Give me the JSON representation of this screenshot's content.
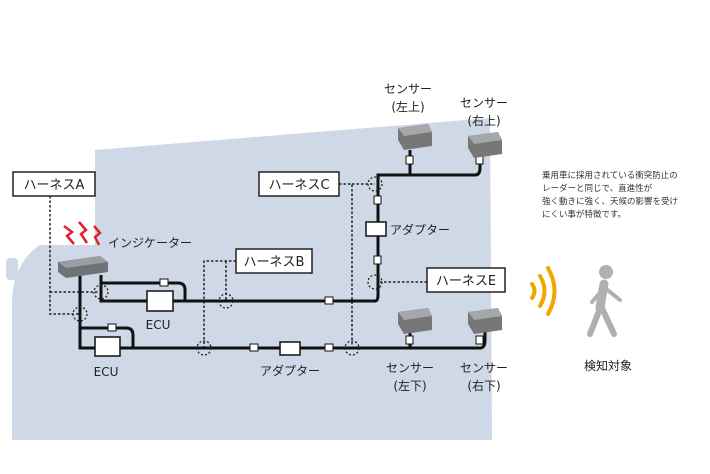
{
  "harnesses": {
    "a": "ハーネスA",
    "b": "ハーネスB",
    "c": "ハーネスC",
    "e": "ハーネスE"
  },
  "indicator": "インジケーター",
  "ecu_upper": "ECU",
  "ecu_lower": "ECU",
  "adapter_lower": "アダプター",
  "adapter_vertical": "アダプター",
  "sensors": {
    "top_left": {
      "name": "センサー",
      "pos": "(左上)"
    },
    "top_right": {
      "name": "センサー",
      "pos": "(右上)"
    },
    "bottom_left": {
      "name": "センサー",
      "pos": "(左下)"
    },
    "bottom_right": {
      "name": "センサー",
      "pos": "(右下)"
    }
  },
  "target_label": "検知対象",
  "note_lines": [
    "乗用車に採用されている衝突防止の",
    "レーダーと同じで、直進性が",
    "強く動きに強く、天候の影響を受け",
    "にくい事が特徴です。"
  ],
  "colors": {
    "truck": "#cfd8e6",
    "wave": "#f0a800",
    "alert": "#e0202a",
    "person": "#b0b0b0"
  }
}
